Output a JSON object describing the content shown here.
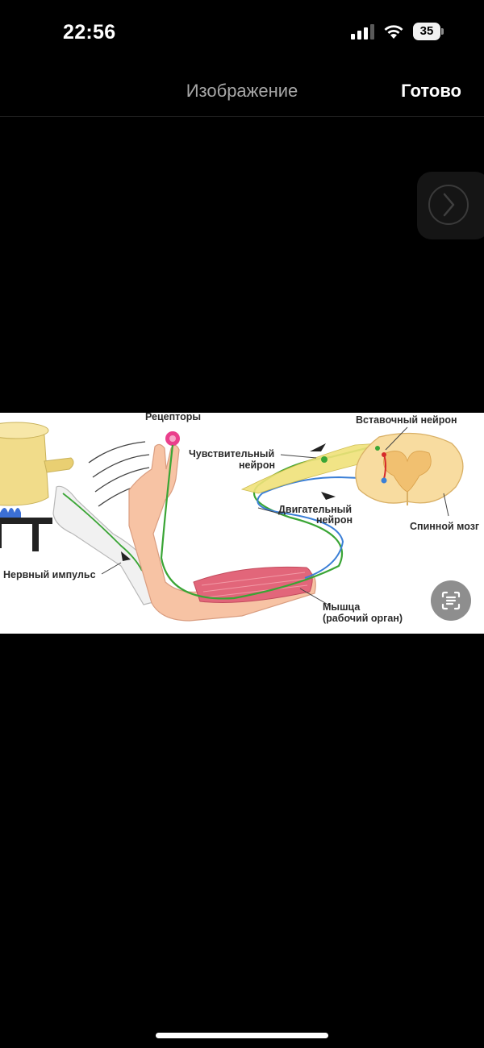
{
  "status_bar": {
    "time": "22:56",
    "battery_level": "35",
    "icons": [
      "signal-icon",
      "wifi-icon",
      "battery-icon"
    ]
  },
  "nav": {
    "title": "Изображение",
    "done_label": "Готово"
  },
  "next_button": {
    "icon": "chevron-right-icon"
  },
  "image": {
    "labels": {
      "receptors": "Рецепторы",
      "interneuron": "Вставочный нейрон",
      "sensory_1": "Чувствительный",
      "sensory_2": "нейрон",
      "motor_1": "Двигательный",
      "motor_2": "нейрон",
      "spinal_cord": "Спинной мозг",
      "nerve_impulse": "Нервный импульс",
      "muscle_1": "Мышца",
      "muscle_2": "(рабочий орган)"
    },
    "colors": {
      "sensory_path": "#3aa535",
      "motor_path": "#3b7fd6",
      "interneuron": "#d62a2a",
      "spinal_cord": "#f8dca0",
      "skin": "#f7c3a4",
      "muscle": "#e2667a",
      "pot": "#f1dc8a"
    }
  },
  "live_text_button": {
    "icon": "live-text-icon"
  }
}
